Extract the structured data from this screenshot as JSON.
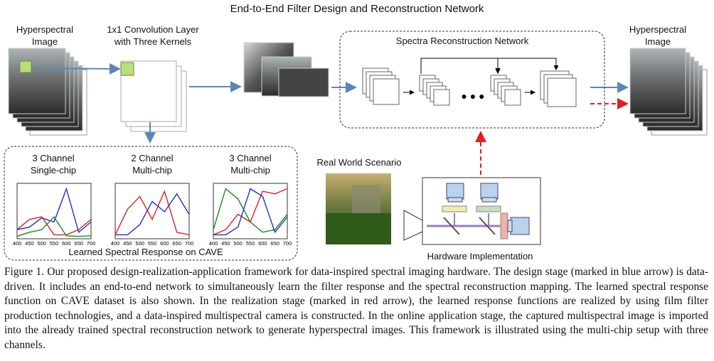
{
  "figure": {
    "title": "End-to-End Filter Design and Reconstruction Network",
    "input_label": [
      "Hyperspectral",
      "Image"
    ],
    "conv_label": [
      "1x1 Convolution Layer",
      "with Three Kernels"
    ],
    "recon_label": "Spectra Reconstruction Network",
    "output_label": [
      "Hyperspectral",
      "Image"
    ],
    "real_world_label": "Real World Scenario",
    "hardware_label": "Hardware Implementation",
    "response_panel_label": "Learned Spectral Response on CAVE",
    "dots": "● ● ●",
    "plots": [
      {
        "title": [
          "3 Channel",
          "Single-chip"
        ]
      },
      {
        "title": [
          "2 Channel",
          "Multi-chip"
        ]
      },
      {
        "title": [
          "3 Channel",
          "Multi-chip"
        ]
      }
    ],
    "tick_labels": [
      "400",
      "450",
      "500",
      "550",
      "600",
      "650",
      "700"
    ],
    "colors": {
      "design_arrow": "#5b87b8",
      "realization_arrow": "#e02020",
      "filter": "#b8e07a"
    }
  },
  "chart_data": [
    {
      "type": "line",
      "title": "3 Channel Single-chip",
      "x": [
        400,
        450,
        500,
        550,
        600,
        650,
        700
      ],
      "xlim": [
        400,
        700
      ],
      "series": [
        {
          "color": "red",
          "values": [
            0.15,
            0.35,
            0.4,
            0.05,
            0.05,
            0.15,
            0.35
          ]
        },
        {
          "color": "blue",
          "values": [
            0.15,
            0.2,
            0.38,
            0.3,
            0.95,
            0.1,
            0.3
          ]
        },
        {
          "color": "green",
          "values": [
            0.02,
            0.1,
            0.15,
            0.4,
            0.03,
            0.02,
            0.03
          ]
        }
      ]
    },
    {
      "type": "line",
      "title": "2 Channel Multi-chip",
      "x": [
        400,
        450,
        500,
        550,
        600,
        650,
        700
      ],
      "xlim": [
        400,
        700
      ],
      "series": [
        {
          "color": "red",
          "values": [
            0.05,
            0.55,
            0.8,
            0.35,
            0.9,
            0.1,
            0.05
          ]
        },
        {
          "color": "blue",
          "values": [
            0.05,
            0.05,
            0.25,
            0.7,
            0.5,
            0.85,
            0.45
          ]
        }
      ]
    },
    {
      "type": "line",
      "title": "3 Channel Multi-chip",
      "x": [
        400,
        450,
        500,
        550,
        600,
        650,
        700
      ],
      "xlim": [
        400,
        700
      ],
      "series": [
        {
          "color": "green",
          "values": [
            0.15,
            0.95,
            0.75,
            0.3,
            0.1,
            0.15,
            0.45
          ]
        },
        {
          "color": "red",
          "values": [
            0.05,
            0.15,
            0.45,
            0.3,
            0.9,
            0.85,
            0.95
          ]
        },
        {
          "color": "blue",
          "values": [
            0.05,
            0.05,
            0.2,
            0.95,
            0.8,
            0.1,
            0.4
          ]
        }
      ]
    }
  ],
  "caption": "Figure 1. Our proposed design-realization-application framework for data-inspired spectral imaging hardware. The design stage (marked in blue arrow) is data-driven. It includes an end-to-end network to simultaneously learn the filter response and the spectral reconstruction mapping. The learned spectral response function on CAVE dataset is also shown. In the realization stage (marked in red arrow), the learned response functions are realized by using film filter production technologies, and a data-inspired multispectral camera is constructed. In the online application stage, the captured multispectral image is imported into the already trained spectral reconstruction network to generate hyperspectral images. This framework is illustrated using the multi-chip setup with three channels."
}
